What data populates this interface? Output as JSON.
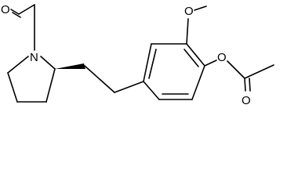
{
  "molecule": {
    "atoms": {
      "n_pyrrolidine": "N",
      "o_acetyl_carbonyl_left": "O",
      "o_methoxy": "O",
      "o_ester_link": "O",
      "o_acetyl_carbonyl_right": "O"
    },
    "stereo": {
      "stereocenter_bond": "wedge"
    },
    "colors": {
      "line": "#000000",
      "background": "#ffffff"
    }
  }
}
